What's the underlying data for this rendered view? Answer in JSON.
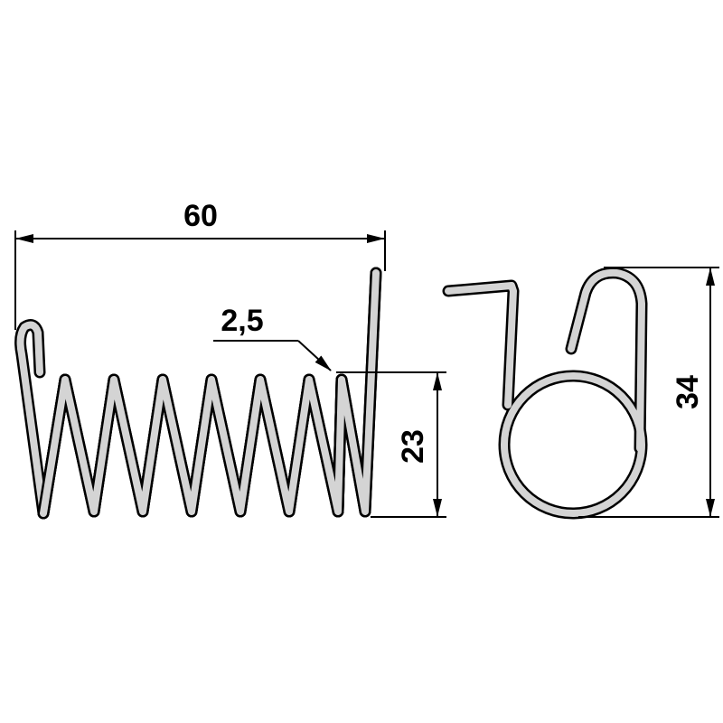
{
  "dimensions": {
    "length": "60",
    "wire_diameter": "2,5",
    "coil_height": "23",
    "total_height": "34"
  },
  "colors": {
    "wire_outline": "#000000",
    "wire_fill": "#d4d4d4",
    "dimension_line": "#000000",
    "text": "#000000"
  }
}
